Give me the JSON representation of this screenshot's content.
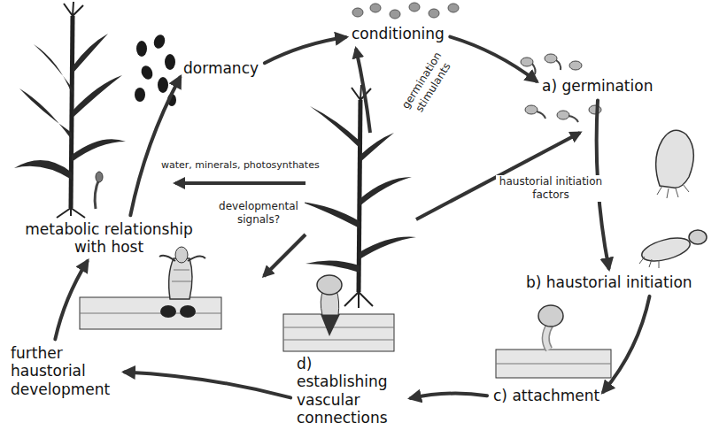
{
  "diagram": {
    "nodes": [
      {
        "text": [
          "dormancy"
        ]
      },
      {
        "text": [
          "conditioning"
        ]
      },
      {
        "text": [
          "a) germination"
        ]
      },
      {
        "text": [
          "b) haustorial initiation"
        ]
      },
      {
        "text": [
          "c) attachment"
        ]
      },
      {
        "text": [
          "d) establishing vascular connections"
        ]
      },
      {
        "text": [
          "further haustorial development"
        ]
      },
      {
        "text": [
          "metabolic relationship with host"
        ]
      }
    ],
    "edges": [
      {
        "from": 0,
        "to": 1,
        "arrow": "to"
      },
      {
        "from": 1,
        "to": 2,
        "arrow": "to"
      },
      {
        "from": 2,
        "to": 3,
        "arrow": "to"
      },
      {
        "from": 3,
        "to": 4,
        "arrow": "to"
      },
      {
        "from": 4,
        "to": 5,
        "arrow": "to"
      },
      {
        "from": 5,
        "to": 6,
        "arrow": "to"
      },
      {
        "from": 6,
        "to": 7,
        "arrow": "to"
      },
      {
        "from": 7,
        "to": 0,
        "arrow": "to"
      }
    ],
    "labels": [
      "germination stimulants",
      "water, minerals, photosynthates",
      "haustorial initiation factors",
      "developmental signals?"
    ]
  }
}
